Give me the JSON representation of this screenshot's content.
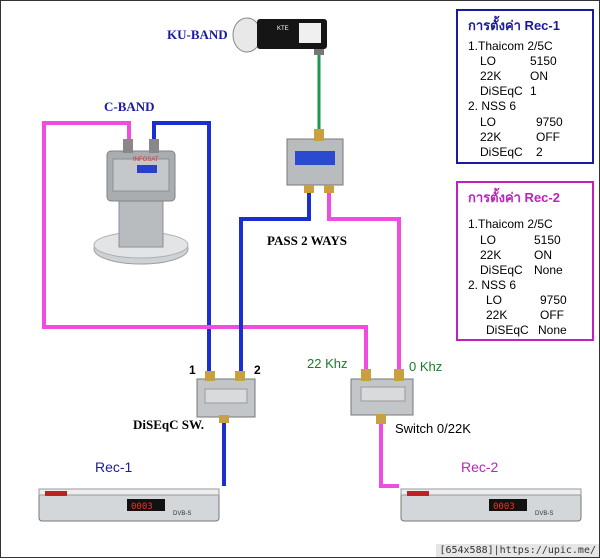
{
  "labels": {
    "ku_band": "KU-BAND",
    "c_band": "C-BAND",
    "pass_2_ways": "PASS 2  WAYS",
    "port_1": "1",
    "port_2": "2",
    "khz_22": "22 Khz",
    "khz_0": "0 Khz",
    "diseqc_sw": "DiSEqC SW.",
    "switch_0_22k": "Switch 0/22K",
    "rec1": "Rec-1",
    "rec2": "Rec-2"
  },
  "settings_rec1": {
    "title": "การตั้งค่า Rec-1",
    "rows": [
      {
        "c1": "1.Thaicom 2/5C",
        "c2": ""
      },
      {
        "c1": "LO",
        "c2": "5150"
      },
      {
        "c1": "22K",
        "c2": "ON"
      },
      {
        "c1": "DiSEqC",
        "c2": "1"
      },
      {
        "c1": "2. NSS 6",
        "c2": ""
      },
      {
        "c1": "LO",
        "c2": "9750"
      },
      {
        "c1": "22K",
        "c2": "OFF"
      },
      {
        "c1": "DiSEqC",
        "c2": "2"
      }
    ]
  },
  "settings_rec2": {
    "title": "การตั้งค่า Rec-2",
    "rows": [
      {
        "c1": "1.Thaicom 2/5C",
        "c2": ""
      },
      {
        "c1": "LO",
        "c2": "5150"
      },
      {
        "c1": "22K",
        "c2": "ON"
      },
      {
        "c1": "DiSEqC",
        "c2": "None"
      },
      {
        "c1": "2. NSS 6",
        "c2": ""
      },
      {
        "c1": "LO",
        "c2": "9750"
      },
      {
        "c1": "22K",
        "c2": "OFF"
      },
      {
        "c1": "DiSEqC",
        "c2": "None"
      }
    ]
  },
  "devices": {
    "ku_lnb_brand": "KTE",
    "c_lnb_brand": "INFOSAT",
    "receiver_display": "0003",
    "receiver_brand": "DVB-S"
  },
  "watermark": "[654x588]|https://upic.me/",
  "colors": {
    "blue_line": "#1a2fd0",
    "pink_line": "#f04ce0",
    "green_line": "#1a9a50",
    "navy_text": "#1a1aa0",
    "magenta_text": "#c020c0",
    "green_text": "#1a7a2a"
  }
}
